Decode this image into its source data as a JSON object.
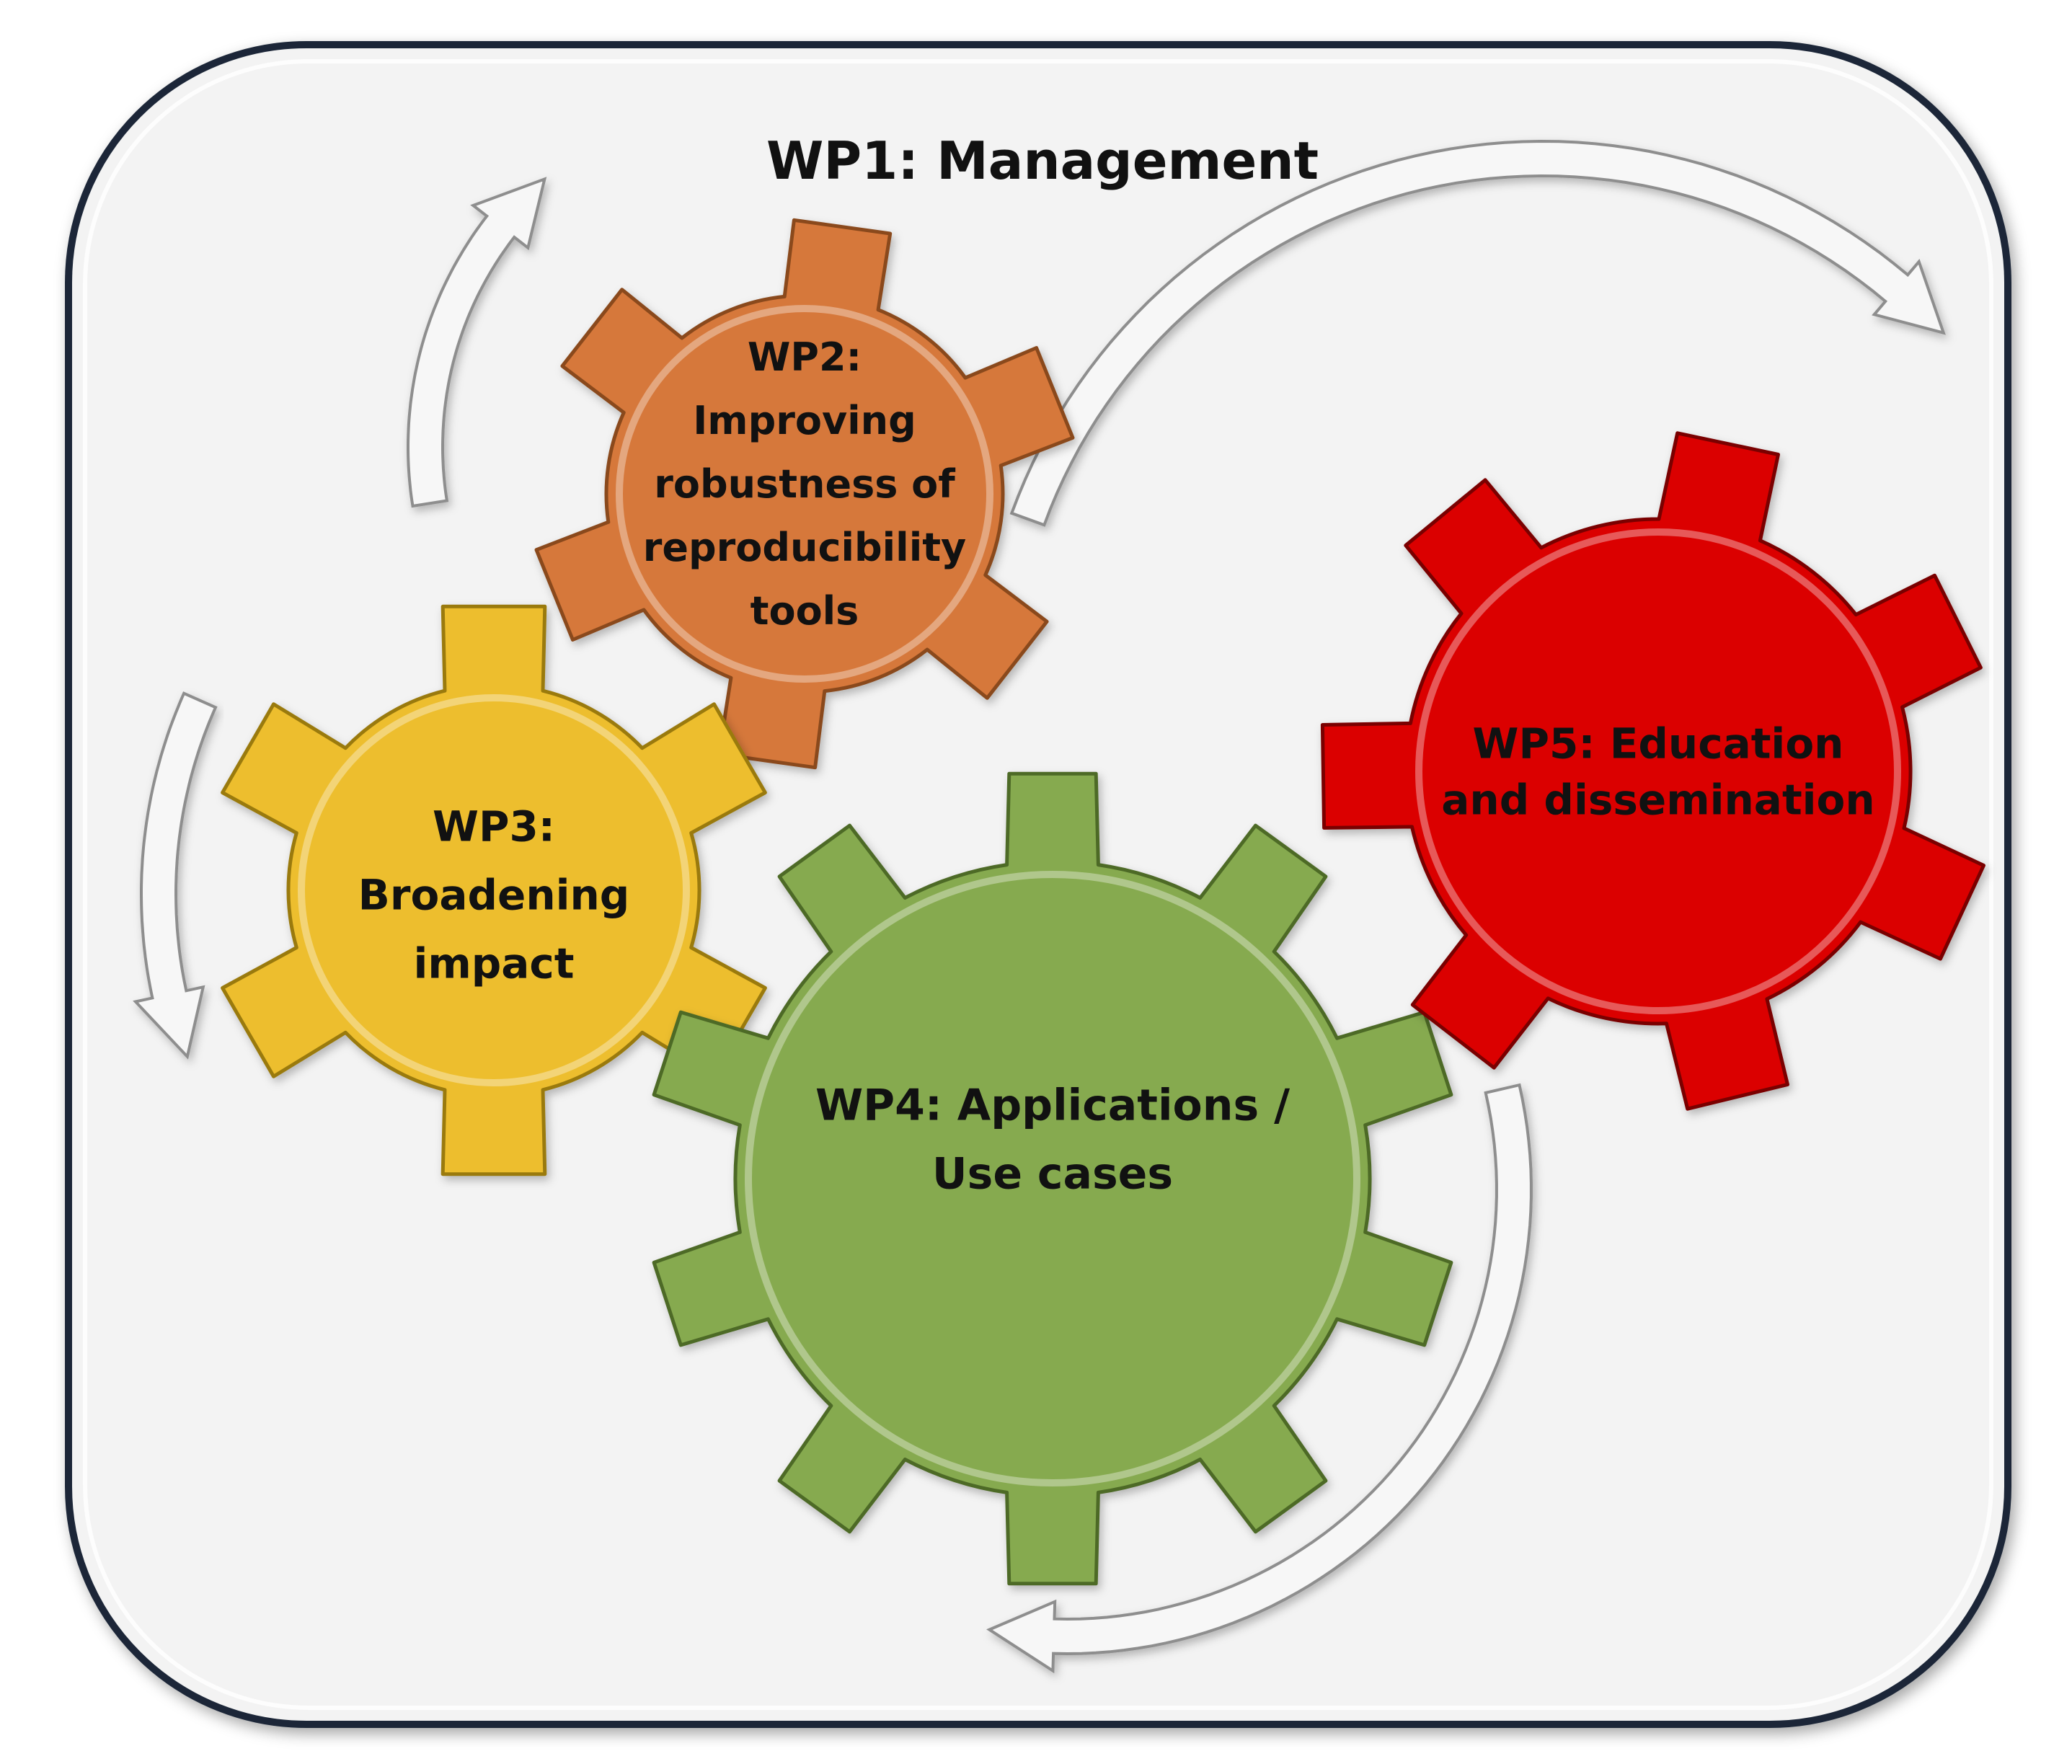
{
  "title": "WP1: Management",
  "gears": [
    {
      "id": "wp2",
      "lines": [
        "WP2:",
        "Improving",
        "robustness of",
        "reproducibility",
        "tools"
      ],
      "color": "#D6783A",
      "edge": "#8A4A1E"
    },
    {
      "id": "wp3",
      "lines": [
        "WP3:",
        "Broadening",
        "impact"
      ],
      "color": "#EDBE2E",
      "edge": "#9A7A10"
    },
    {
      "id": "wp4",
      "lines": [
        "WP4: Applications /",
        "Use cases"
      ],
      "color": "#86AA50",
      "edge": "#4E6A28"
    },
    {
      "id": "wp5",
      "lines": [
        "WP5: Education",
        "and dissemination"
      ],
      "color": "#DB0000",
      "edge": "#7A0000"
    }
  ],
  "colors": {
    "panel_fill": "#F3F3F3",
    "panel_border": "#1C2838",
    "arrow_fill": "#F7F7F7",
    "arrow_edge": "#8E8E8E"
  }
}
